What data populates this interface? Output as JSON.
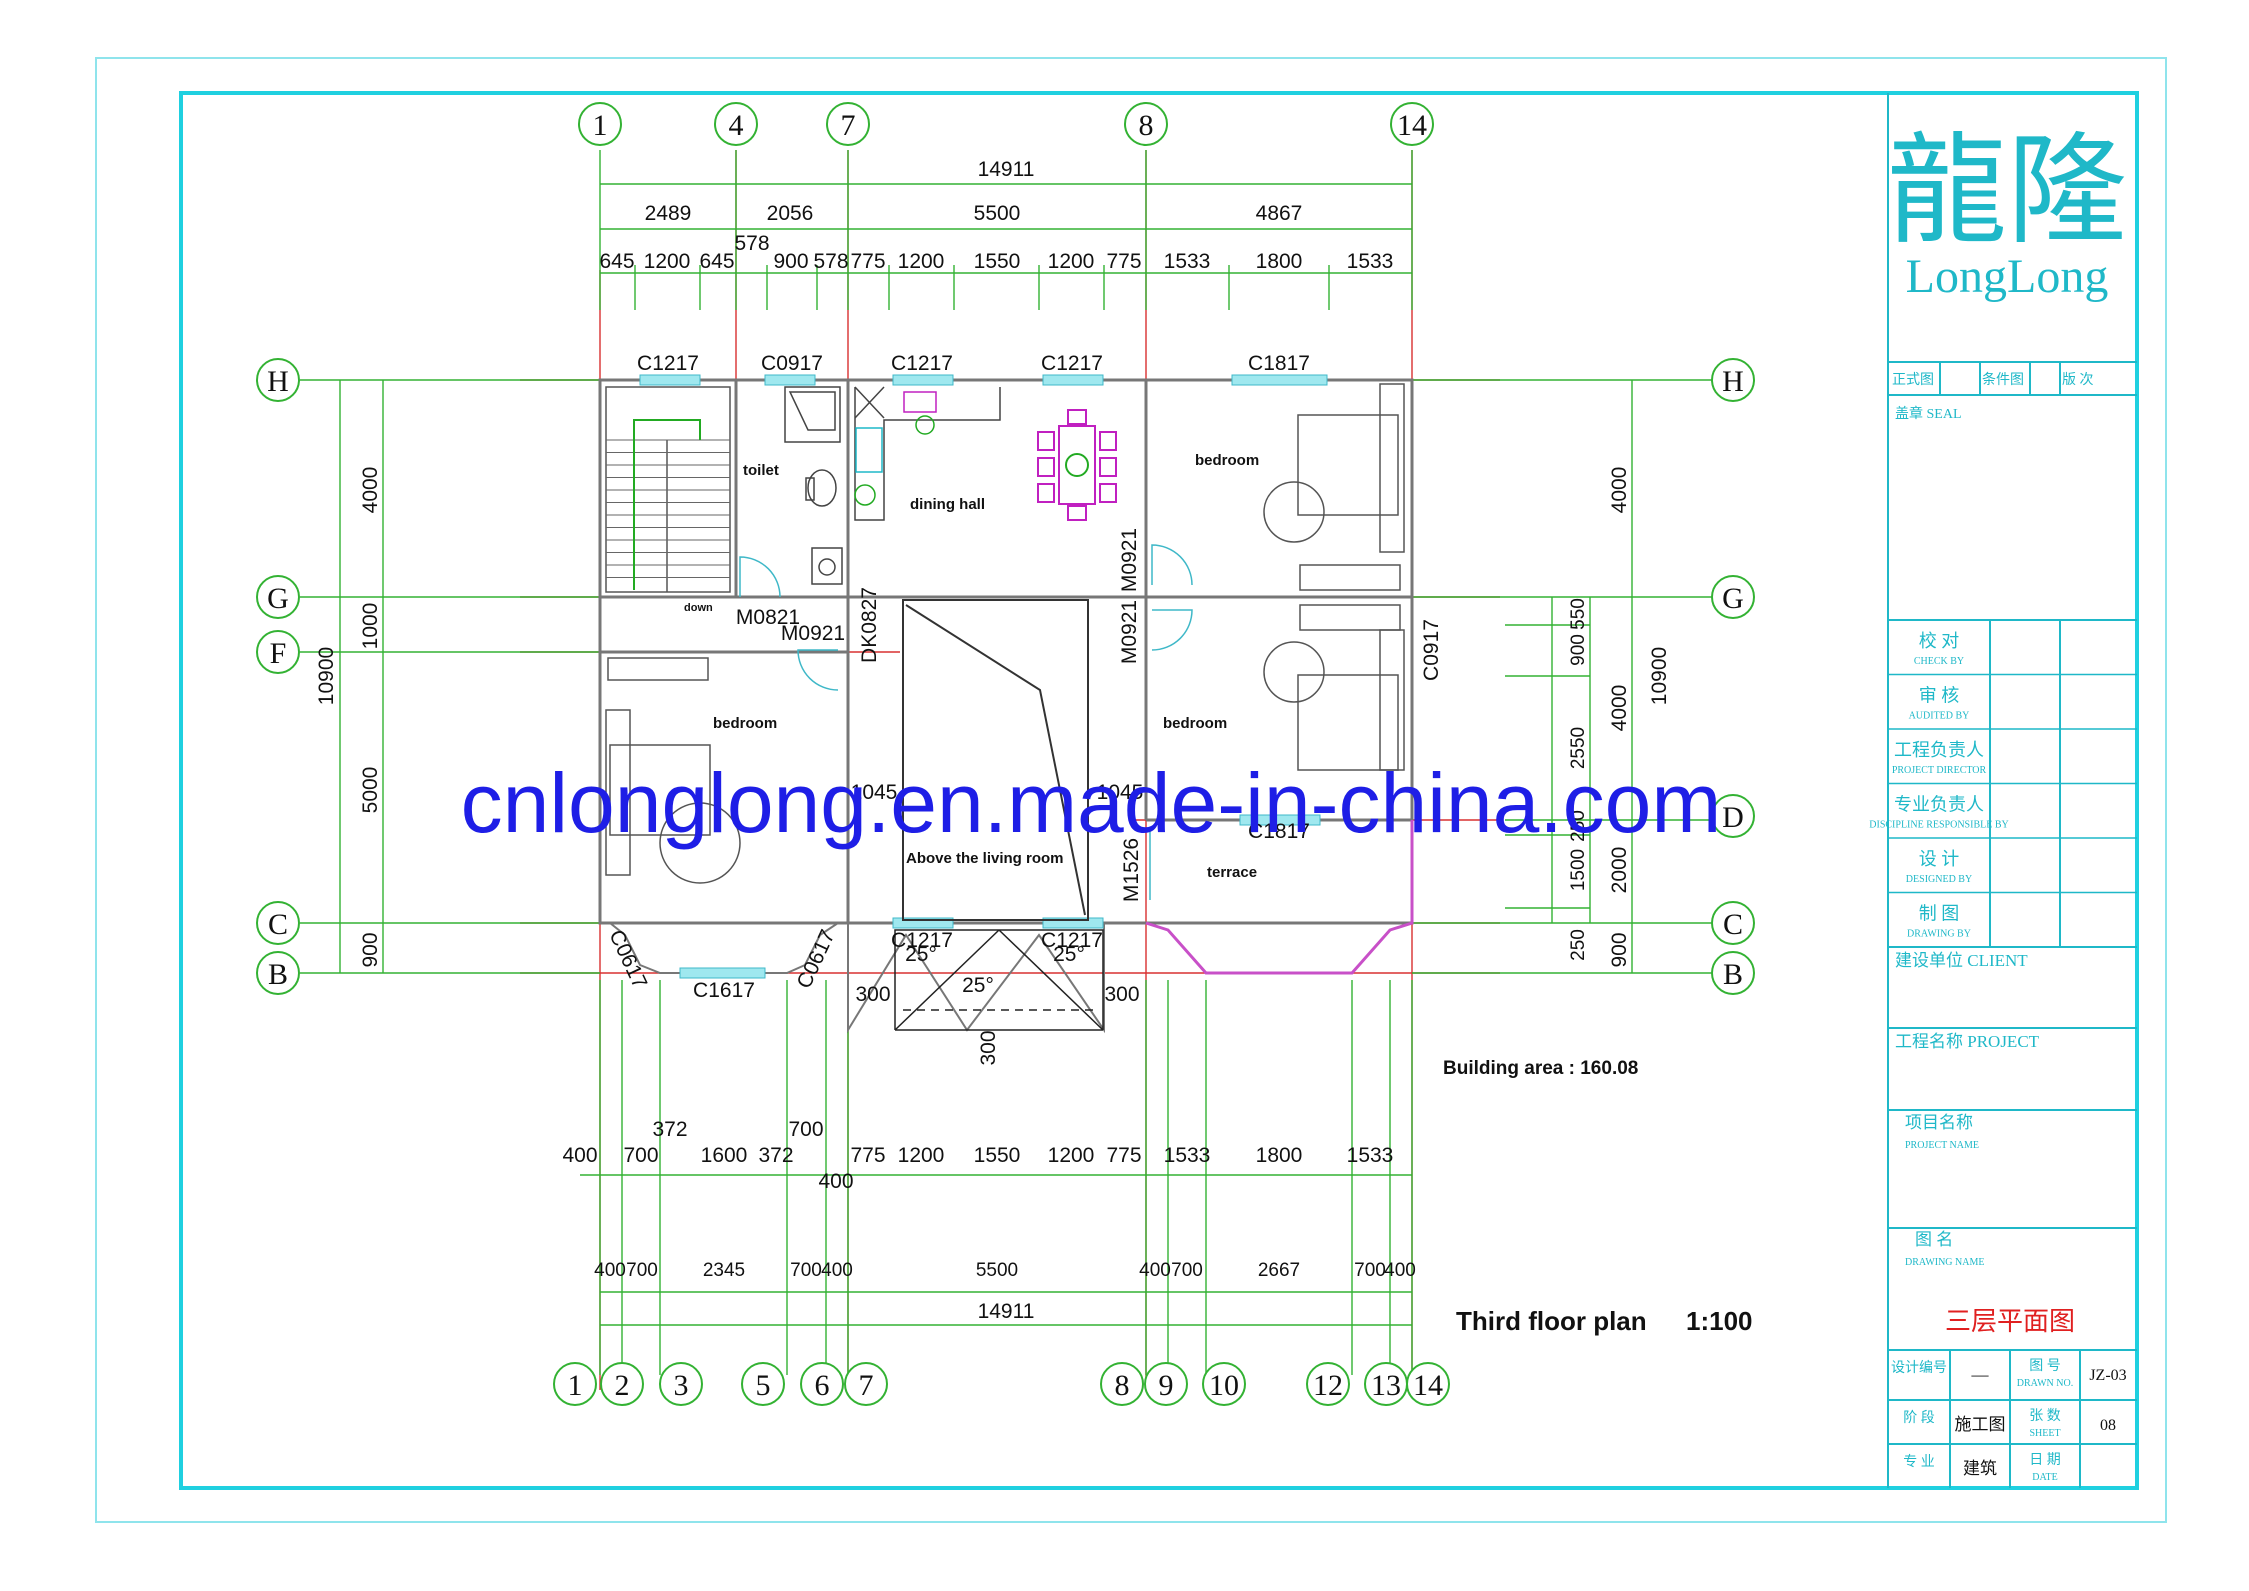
{
  "brand": {
    "chinese_name": "龍隆",
    "latin_name": "LongLong",
    "accent_color": "#1fb8c8",
    "watermark_color": "#1e1ee6"
  },
  "watermark": "cnlonglong.en.made-in-china.com",
  "drawing": {
    "title": "Third floor plan",
    "scale": "1:100",
    "building_area": "Building area : 160.08"
  },
  "axes": {
    "top": [
      "1",
      "4",
      "7",
      "8",
      "14"
    ],
    "bottom": [
      "1",
      "2",
      "3",
      "5",
      "6",
      "7",
      "8",
      "9",
      "10",
      "12",
      "13",
      "14"
    ],
    "left": [
      "H",
      "G",
      "F",
      "C",
      "B"
    ],
    "right": [
      "H",
      "G",
      "D",
      "C",
      "B"
    ]
  },
  "dimensions": {
    "top_total": "14911",
    "top_segments": [
      "2489",
      "2056",
      "5500",
      "4867"
    ],
    "top_detail": [
      "645",
      "1200",
      "645",
      "578",
      "900",
      "578",
      "775",
      "1200",
      "1550",
      "1200",
      "775",
      "1533",
      "1800",
      "1533"
    ],
    "bottom_detail": [
      "400",
      "700",
      "372",
      "1600",
      "372",
      "700",
      "400",
      "775",
      "1200",
      "1550",
      "1200",
      "775",
      "1533",
      "1800",
      "1533"
    ],
    "bottom_segments": [
      "400",
      "700",
      "2345",
      "700",
      "400",
      "5500",
      "400",
      "700",
      "2667",
      "700",
      "400"
    ],
    "bottom_total": "14911",
    "left_detail": [
      "4000",
      "1000",
      "5000",
      "900"
    ],
    "left_total": "10900",
    "right_inner": [
      "550",
      "900",
      "2550",
      "250",
      "1500",
      "250"
    ],
    "right_mid": [
      "4000",
      "4000",
      "2000",
      "900"
    ],
    "right_total": "10900",
    "porch": [
      "300",
      "300",
      "300"
    ],
    "porch_angles": [
      "25°",
      "25°",
      "25°"
    ]
  },
  "rooms": {
    "toilet": "toilet",
    "dining_hall": "dining hall",
    "bedroom_ne": "bedroom",
    "bedroom_w": "bedroom",
    "bedroom_e": "bedroom",
    "above_living": "Above the living room",
    "terrace": "terrace",
    "stair_down": "down"
  },
  "openings": {
    "top_windows": [
      "C1217",
      "C0917",
      "C1217",
      "C1217",
      "C1817"
    ],
    "doors": [
      "M0821",
      "M0921",
      "DK0827",
      "M0921",
      "M0921",
      "C0917",
      "M1526"
    ],
    "mid": [
      "1045",
      "1045",
      "C1817"
    ],
    "bottom_windows": [
      "C0617",
      "C1617",
      "C0617",
      "C1217",
      "C1217"
    ]
  },
  "title_block": {
    "header": [
      "正式图",
      "条件图",
      "版 次"
    ],
    "seal": "盖章 SEAL",
    "signoffs": [
      {
        "cn": "校  对",
        "en": "CHECK BY"
      },
      {
        "cn": "审  核",
        "en": "AUDITED BY"
      },
      {
        "cn": "工程负责人",
        "en": "PROJECT DIRECTOR"
      },
      {
        "cn": "专业负责人",
        "en": "DISCIPLINE RESPONSIBLE BY"
      },
      {
        "cn": "设  计",
        "en": "DESIGNED BY"
      },
      {
        "cn": "制  图",
        "en": "DRAWING BY"
      }
    ],
    "client": "建设单位 CLIENT",
    "project": "工程名称 PROJECT",
    "project_name_cn": "项目名称",
    "project_name_en": "PROJECT NAME",
    "drawing_name_cn": "图  名",
    "drawing_name_en": "DRAWING NAME",
    "drawing_name_value": "三层平面图",
    "bottom_rows": [
      {
        "l1": "设计编号",
        "v1": "—",
        "l2": "图  号",
        "l2en": "DRAWN NO.",
        "v2": "JZ-03"
      },
      {
        "l1": "阶  段",
        "v1": "施工图",
        "l2": "张  数",
        "l2en": "SHEET",
        "v2": "08"
      },
      {
        "l1": "专  业",
        "v1": "建筑",
        "l2": "日  期",
        "l2en": "DATE",
        "v2": ""
      }
    ]
  }
}
